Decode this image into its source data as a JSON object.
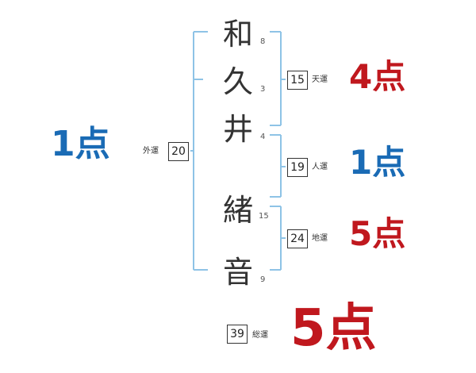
{
  "name_chars": [
    {
      "char": "和",
      "strokes": "8"
    },
    {
      "char": "久",
      "strokes": "3"
    },
    {
      "char": "井",
      "strokes": "4"
    },
    {
      "char": "緒",
      "strokes": "15"
    },
    {
      "char": "音",
      "strokes": "9"
    }
  ],
  "fortunes": {
    "gaiun": {
      "label": "外運",
      "value": "20",
      "score": "1点"
    },
    "tenun": {
      "label": "天運",
      "value": "15",
      "score": "4点"
    },
    "jinun": {
      "label": "人運",
      "value": "19",
      "score": "1点"
    },
    "chiun": {
      "label": "地運",
      "value": "24",
      "score": "5点"
    },
    "souun": {
      "label": "総運",
      "value": "39",
      "score": "5点"
    }
  },
  "colors": {
    "bracket": "#8ec3e6",
    "score_blue": "#1a6bb5",
    "score_red": "#c0181e"
  }
}
